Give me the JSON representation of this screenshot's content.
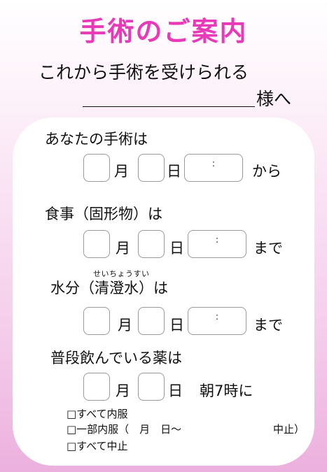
{
  "title": "手術のご案内",
  "intro": "これから手術を受けられる",
  "recipient_suffix": "様へ",
  "surgery": {
    "label": "あなたの手術は",
    "month": "月",
    "day": "日",
    "colon": ":",
    "after": "から"
  },
  "food": {
    "label": "食事（固形物）は",
    "month": "月",
    "day": "日",
    "colon": ":",
    "after": "まで"
  },
  "water": {
    "ruby": "せいちょうすい",
    "label": "水分（清澄水）は",
    "month": "月",
    "day": "日",
    "colon": ":",
    "after": "まで"
  },
  "medicine": {
    "label": "普段飲んでいる薬は",
    "month": "月",
    "day": "日",
    "time_text": "朝7時に",
    "options": [
      "□すべて内服",
      "□一部内服（　月　日～",
      "□すべて中止"
    ],
    "stop_text": "中止）"
  }
}
